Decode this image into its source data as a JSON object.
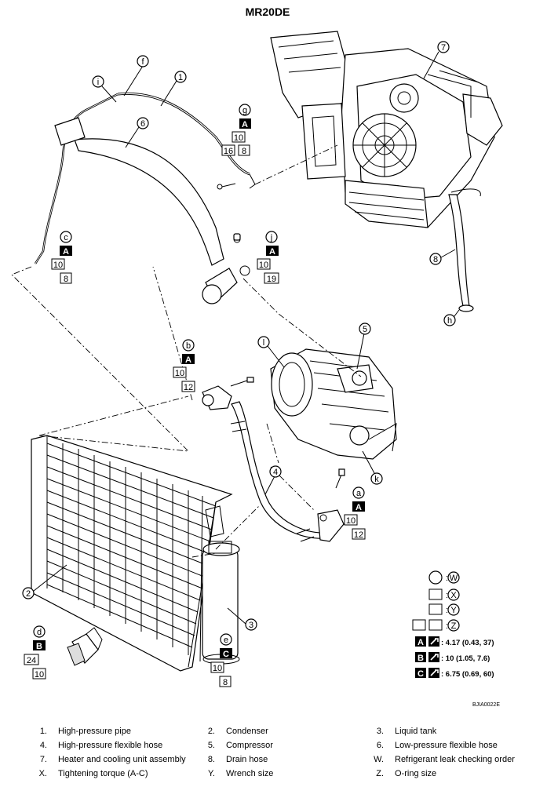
{
  "title": "MR20DE",
  "figure_code": "BJIA0022E",
  "callouts": {
    "f": "f",
    "i": "i",
    "g": "g",
    "c": "c",
    "j": "j",
    "b": "b",
    "l": "l",
    "a": "a",
    "d": "d",
    "e": "e",
    "k": "k",
    "h": "h"
  },
  "part_numbers": {
    "p1": "1",
    "p2": "2",
    "p3": "3",
    "p4": "4",
    "p5": "5",
    "p6": "6",
    "p7": "7",
    "p8": "8"
  },
  "specs": {
    "g": {
      "torque_letter": "A",
      "wrench": "10",
      "oring_a": "16",
      "oring_b": "8"
    },
    "c": {
      "torque_letter": "A",
      "wrench": "10",
      "oring": "8"
    },
    "j": {
      "torque_letter": "A",
      "wrench": "10",
      "oring": "19"
    },
    "b": {
      "torque_letter": "A",
      "wrench": "10",
      "oring": "12"
    },
    "a": {
      "torque_letter": "A",
      "wrench": "10",
      "oring": "12"
    },
    "d": {
      "torque_letter": "B",
      "wrench": "24",
      "oring": "10"
    },
    "e": {
      "torque_letter": "C",
      "wrench": "10",
      "oring": "8"
    }
  },
  "key": {
    "w": "W",
    "x": "X",
    "y": "Y",
    "z": "Z",
    "torques": [
      {
        "letter": "A",
        "value": ": 4.17 (0.43, 37)"
      },
      {
        "letter": "B",
        "value": ": 10 (1.05, 7.6)"
      },
      {
        "letter": "C",
        "value": ": 6.75 (0.69, 60)"
      }
    ]
  },
  "legend": [
    {
      "num": "1.",
      "text": "High-pressure pipe"
    },
    {
      "num": "2.",
      "text": "Condenser"
    },
    {
      "num": "3.",
      "text": "Liquid tank"
    },
    {
      "num": "4.",
      "text": "High-pressure flexible hose"
    },
    {
      "num": "5.",
      "text": "Compressor"
    },
    {
      "num": "6.",
      "text": "Low-pressure flexible hose"
    },
    {
      "num": "7.",
      "text": "Heater and cooling unit assembly"
    },
    {
      "num": "8.",
      "text": "Drain hose"
    },
    {
      "num": "W.",
      "text": "Refrigerant leak checking order"
    },
    {
      "num": "X.",
      "text": "Tightening torque (A-C)"
    },
    {
      "num": "Y.",
      "text": "Wrench size"
    },
    {
      "num": "Z.",
      "text": "O-ring size"
    }
  ]
}
